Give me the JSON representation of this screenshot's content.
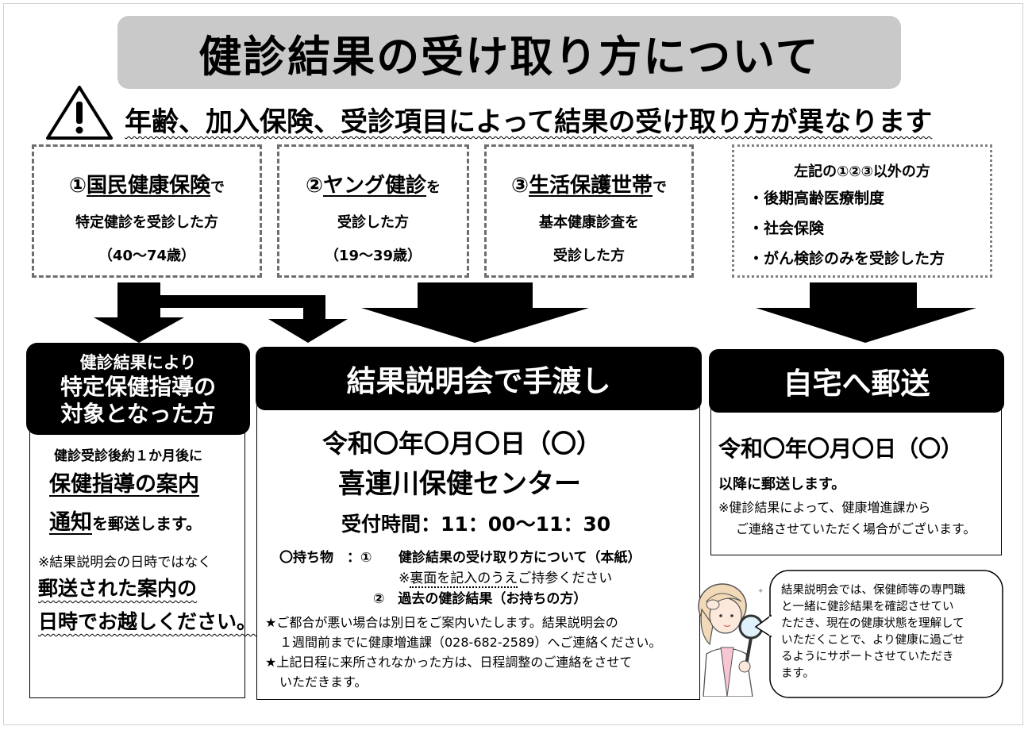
{
  "title": "健診結果の受け取り方について",
  "warning": "年齢、加入保険、受診項目によって結果の受け取り方が異なります",
  "categories": {
    "c1": {
      "num": "①",
      "name": "国民健康保険",
      "suffix": "で",
      "line1": "特定健診を受診した方",
      "line2": "（40～74歳）"
    },
    "c2": {
      "num": "②",
      "name": "ヤング健診",
      "suffix": "を",
      "line1": "受診した方",
      "line2": "（19～39歳）"
    },
    "c3": {
      "num": "③",
      "name": "生活保護世帯",
      "suffix": "で",
      "line1": "基本健康診査を",
      "line2": "受診した方"
    },
    "c4": {
      "heading": "左記の①②③以外の方",
      "items": [
        "・後期高齢医療制度",
        "・社会保険",
        "・がん検診のみを受診した方"
      ]
    }
  },
  "left_panel": {
    "header_line1": "健診結果により",
    "header_line2": "特定保健指導の",
    "header_line3": "対象となった方",
    "intro": "健診受診後約１か月後に",
    "big1": "保健指導の案内",
    "big2a": "通知",
    "big2b": "を郵送します。",
    "note": "※結果説明会の日時ではなく",
    "emph1": "郵送された案内の",
    "emph2": "日時でお越しください。"
  },
  "center_panel": {
    "header": "結果説明会で手渡し",
    "date": "令和〇年〇月〇日（〇）",
    "venue": "喜連川保健センター",
    "reception": "受付時間：11：00～11：30",
    "items_label": "〇持ち物　：①",
    "item1": "健診結果の受け取り方について（本紙）",
    "item1_note_pre": "※",
    "item1_note_ul": "裏面を記入のうえ",
    "item1_note_post": "ご持参ください",
    "item2": "②　過去の健診結果（お持ちの方）",
    "notice1_a": "★ご都合が悪い場合は別日をご案内いたします。結果説明会の",
    "notice1_b": "１週間前までに健康増進課（028-682-2589）へご連絡ください。",
    "notice2_a": "★上記日程に来所されなかった方は、日程調整のご連絡をさせて",
    "notice2_b": "いただきます。"
  },
  "right_panel": {
    "header": "自宅へ郵送",
    "date": "令和〇年〇月〇日（〇）",
    "after": "以降に郵送します。",
    "note_a": "※健診結果によって、健康増進課から",
    "note_b": "ご連絡させていただく場合がございます。"
  },
  "speech": {
    "lines": [
      "結果説明会では、保健師等の専門職",
      "と一緒に健診結果を確認させてい",
      "ただき、現在の健康状態を理解して",
      "いただくことで、より健康に過ごせ",
      "るようにサポートさせていただき",
      "ます。"
    ]
  }
}
